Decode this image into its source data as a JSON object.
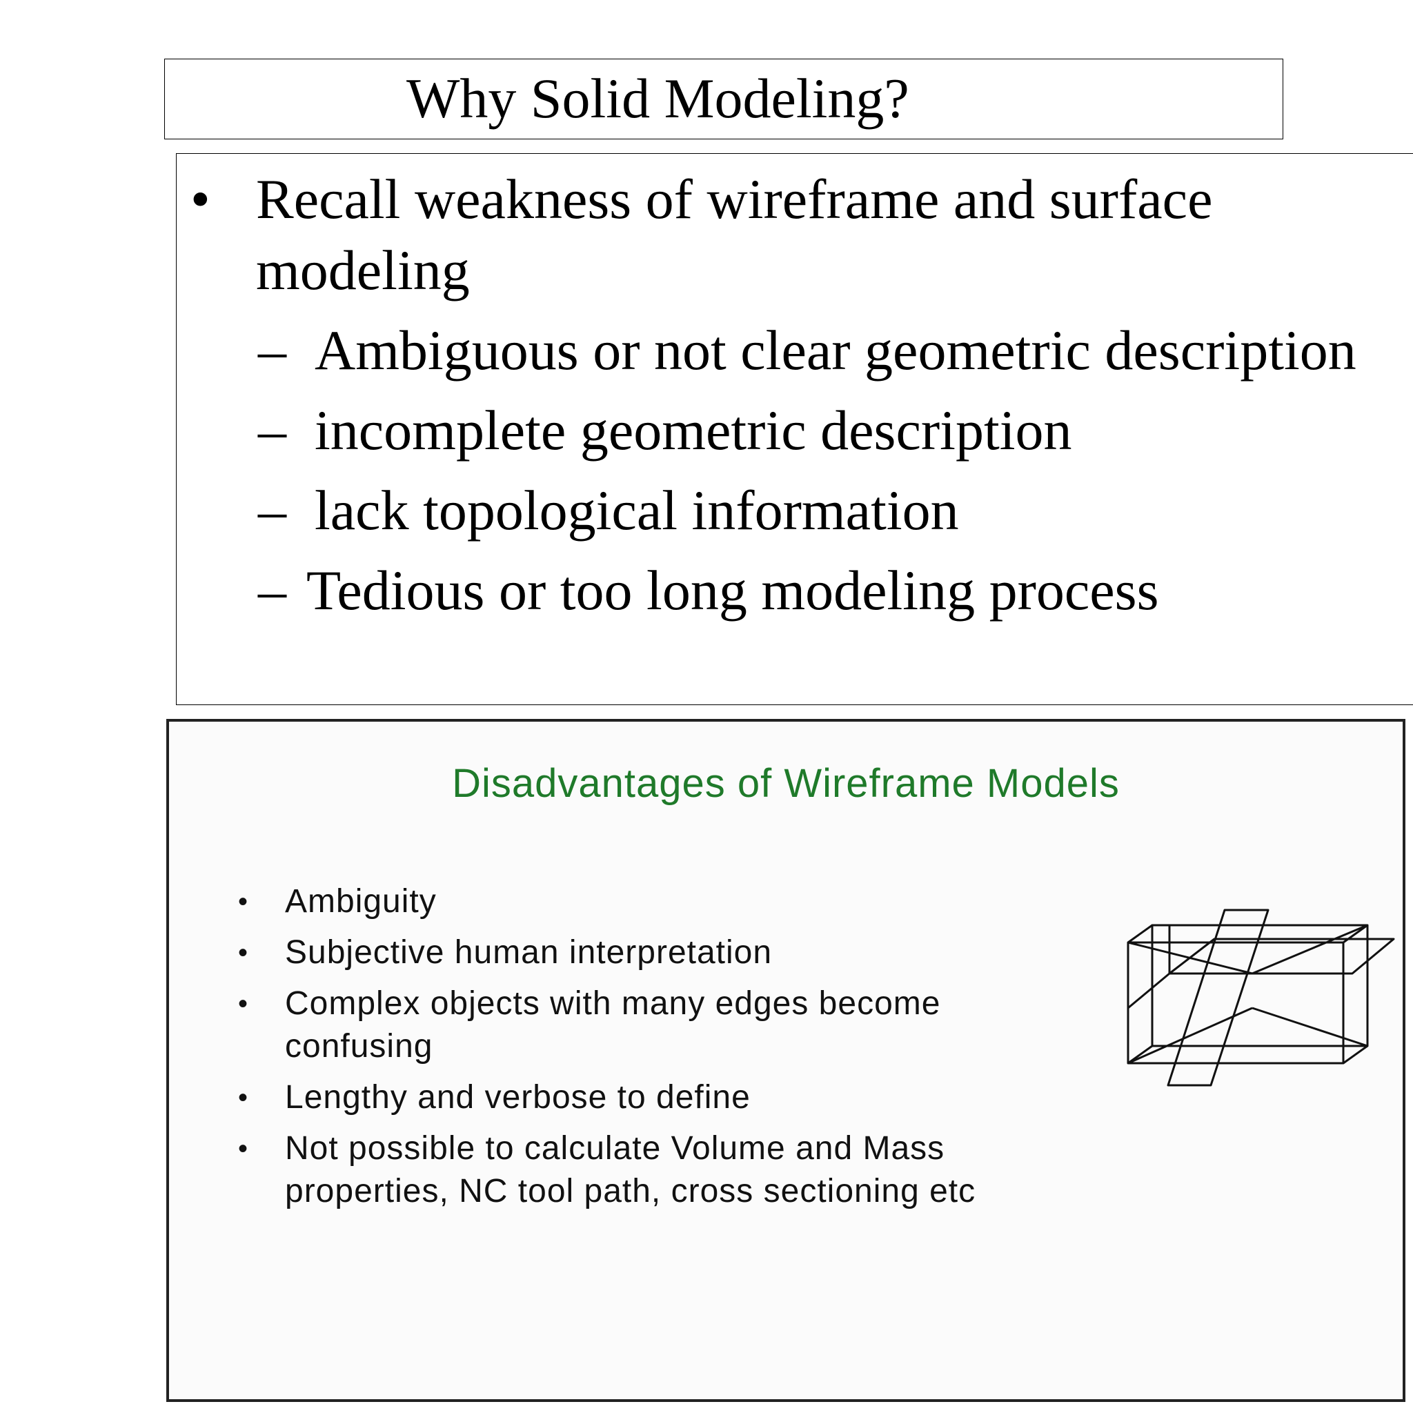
{
  "slide": {
    "title": "Why Solid Modeling?",
    "main_bullet": "Recall weakness of wireframe and surface modeling",
    "bullet_symbol": "•",
    "dash_symbol": "–",
    "sub_items": [
      "Ambiguous or not clear geometric description",
      "incomplete geometric description",
      "lack topological information",
      "Tedious or too long modeling process"
    ]
  },
  "embedded_slide": {
    "title": "Disadvantages of Wireframe Models",
    "title_color": "#1f7a2a",
    "bullets": [
      "Ambiguity",
      "Subjective human interpretation",
      "Complex objects with many edges become confusing",
      "Lengthy and verbose to define",
      "Not possible to calculate Volume and Mass properties, NC tool path, cross sectioning etc"
    ],
    "figure_icon": "wireframe-box-figure"
  }
}
